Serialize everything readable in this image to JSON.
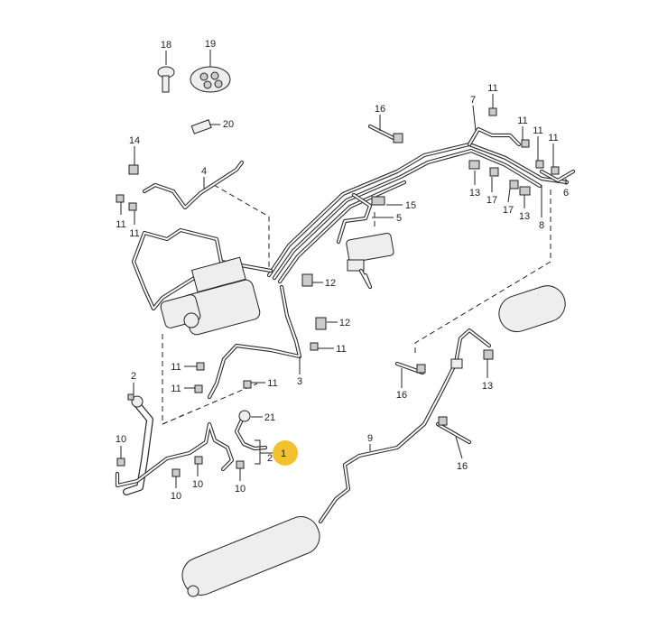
{
  "diagram": {
    "callouts": [
      {
        "label": "18"
      },
      {
        "label": "19"
      },
      {
        "label": "20"
      },
      {
        "label": "14"
      },
      {
        "label": "4"
      },
      {
        "label": "11"
      },
      {
        "label": "11"
      },
      {
        "label": "16"
      },
      {
        "label": "7"
      },
      {
        "label": "11"
      },
      {
        "label": "11"
      },
      {
        "label": "11"
      },
      {
        "label": "11"
      },
      {
        "label": "6"
      },
      {
        "label": "13"
      },
      {
        "label": "17"
      },
      {
        "label": "17"
      },
      {
        "label": "13"
      },
      {
        "label": "8"
      },
      {
        "label": "15"
      },
      {
        "label": "5"
      },
      {
        "label": "12"
      },
      {
        "label": "12"
      },
      {
        "label": "11"
      },
      {
        "label": "3"
      },
      {
        "label": "11"
      },
      {
        "label": "11"
      },
      {
        "label": "11"
      },
      {
        "label": "21"
      },
      {
        "label": "2"
      },
      {
        "label": "2"
      },
      {
        "label": "10"
      },
      {
        "label": "10"
      },
      {
        "label": "10"
      },
      {
        "label": "10"
      },
      {
        "label": "9"
      },
      {
        "label": "16"
      },
      {
        "label": "13"
      },
      {
        "label": "16"
      }
    ],
    "highlight": {
      "label": "1",
      "color": "#f2c12e"
    }
  }
}
